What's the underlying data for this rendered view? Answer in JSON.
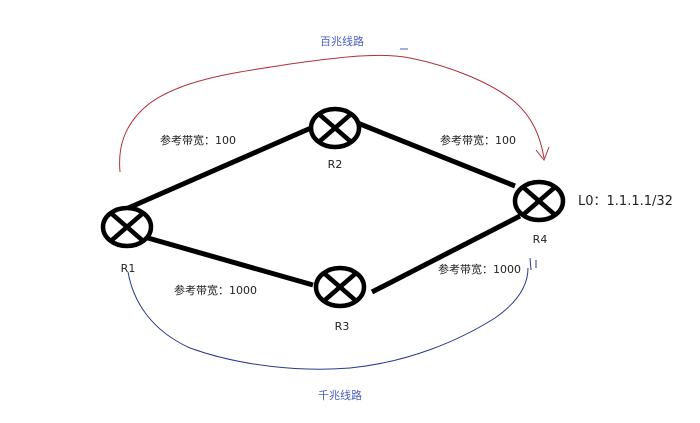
{
  "routers": [
    {
      "id": "r1",
      "label": "R1"
    },
    {
      "id": "r2",
      "label": "R2"
    },
    {
      "id": "r3",
      "label": "R3"
    },
    {
      "id": "r4",
      "label": "R4"
    }
  ],
  "links": {
    "r1_r2": "参考带宽：100",
    "r2_r4": "参考带宽：100",
    "r1_r3": "参考带宽：1000",
    "r3_r4": "参考带宽：1000"
  },
  "loopback": "L0：1.1.1.1/32",
  "paths": {
    "top": "百兆线路",
    "bottom": "千兆线路"
  },
  "colors": {
    "link": "#000000",
    "top_path": "#b0303a",
    "bottom_path": "#2b3a8f",
    "path_label": "#4a5fc1"
  }
}
